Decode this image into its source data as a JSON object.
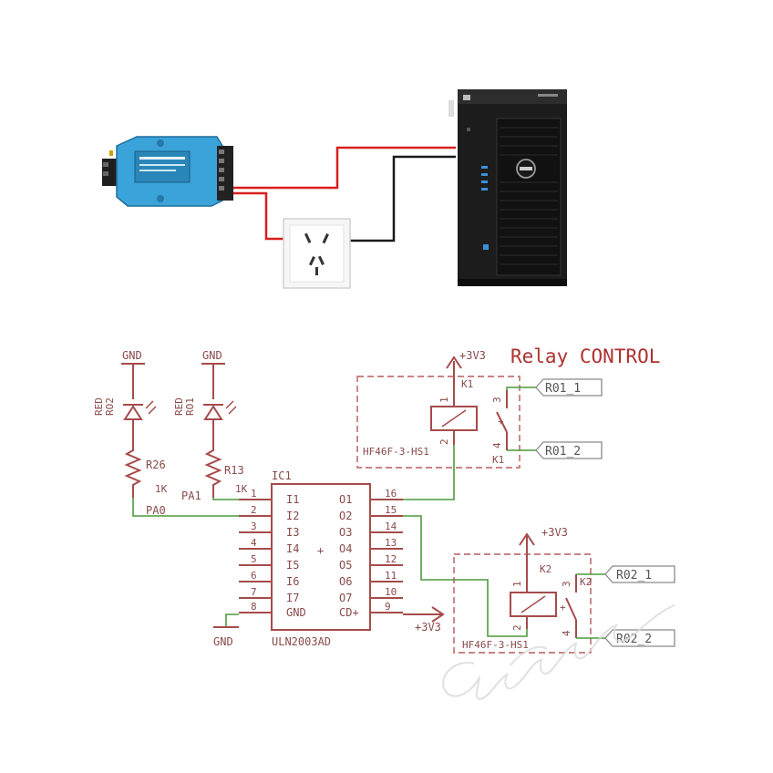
{
  "diagram": {
    "title": "Relay CONTROL",
    "ic": {
      "ref": "IC1",
      "part": "ULN2003AD",
      "left_pins": [
        {
          "num": "1",
          "name": "I1"
        },
        {
          "num": "2",
          "name": "I2"
        },
        {
          "num": "3",
          "name": "I3"
        },
        {
          "num": "4",
          "name": "I4"
        },
        {
          "num": "5",
          "name": "I5"
        },
        {
          "num": "6",
          "name": "I6"
        },
        {
          "num": "7",
          "name": "I7"
        },
        {
          "num": "8",
          "name": "GND"
        }
      ],
      "right_pins": [
        {
          "num": "16",
          "name": "O1"
        },
        {
          "num": "15",
          "name": "O2"
        },
        {
          "num": "14",
          "name": "O3"
        },
        {
          "num": "13",
          "name": "O4"
        },
        {
          "num": "12",
          "name": "O5"
        },
        {
          "num": "11",
          "name": "O6"
        },
        {
          "num": "10",
          "name": "O7"
        },
        {
          "num": "9",
          "name": "CD+"
        }
      ]
    },
    "gnd_label": "GND",
    "vcc_label": "+3V3",
    "led1": {
      "color": "RED",
      "ref": "RO2"
    },
    "led2": {
      "color": "RED",
      "ref": "RO1"
    },
    "r1": {
      "ref": "R26",
      "value": "1K"
    },
    "r2": {
      "ref": "R13",
      "value": "1K"
    },
    "net_pa0": "PA0",
    "net_pa1": "PA1",
    "relay1": {
      "ref": "K1",
      "part": "HF46F-3-HS1",
      "pin1": "1",
      "pin2": "2",
      "pin3": "3",
      "pin4": "4",
      "port_a": "R01_1",
      "port_b": "R01_2"
    },
    "relay2": {
      "ref": "K2",
      "part": "HF46F-3-HS1",
      "pin1": "1",
      "pin2": "2",
      "pin3": "3",
      "pin4": "4",
      "port_a": "R02_1",
      "port_b": "R02_2"
    }
  },
  "colors": {
    "schematic": "#a64b4b",
    "wire": "#4c9a3c",
    "title": "#b03030",
    "module_blue": "#3aa3d9",
    "server": "#1c1c1c"
  }
}
